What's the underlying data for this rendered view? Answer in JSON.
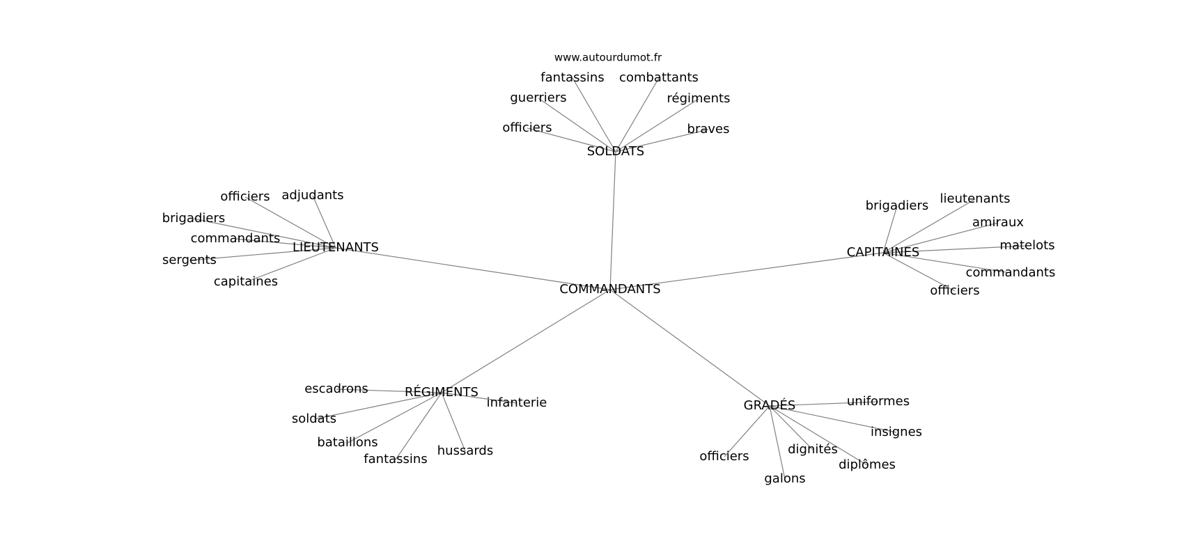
{
  "site": "www.autourdumot.fr",
  "center": {
    "label": "COMMANDANTS"
  },
  "clusters": [
    {
      "label": "SOLDATS",
      "leaves": [
        "officiers",
        "guerriers",
        "fantassins",
        "combattants",
        "régiments",
        "braves"
      ]
    },
    {
      "label": "LIEUTENANTS",
      "leaves": [
        "officiers",
        "adjudants",
        "brigadiers",
        "commandants",
        "sergents",
        "capitaines"
      ]
    },
    {
      "label": "CAPITAINES",
      "leaves": [
        "brigadiers",
        "lieutenants",
        "amiraux",
        "matelots",
        "commandants",
        "officiers"
      ]
    },
    {
      "label": "RÉGIMENTS",
      "leaves": [
        "escadrons",
        "infanterie",
        "soldats",
        "bataillons",
        "fantassins",
        "hussards"
      ]
    },
    {
      "label": "GRADÉS",
      "leaves": [
        "uniformes",
        "insignes",
        "dignités",
        "diplômes",
        "officiers",
        "galons"
      ]
    }
  ],
  "colors": {
    "edge": "#808080",
    "text": "#000000",
    "background": "#ffffff"
  }
}
